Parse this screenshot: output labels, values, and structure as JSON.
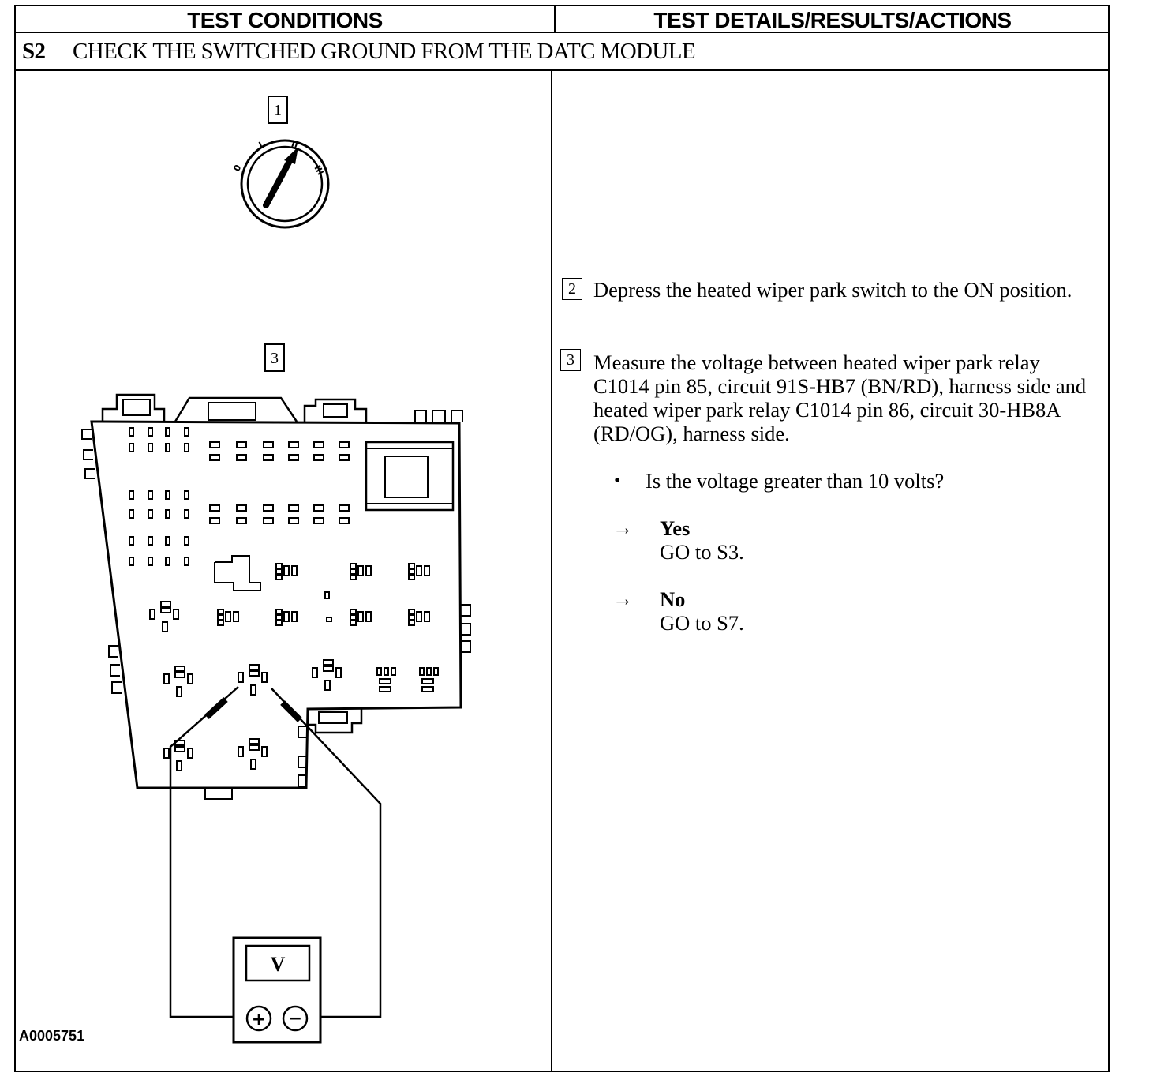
{
  "header": {
    "left": "TEST CONDITIONS",
    "right": "TEST DETAILS/RESULTS/ACTIONS"
  },
  "step": {
    "id": "S2",
    "title": "CHECK THE SWITCHED GROUND FROM THE DATC MODULE"
  },
  "diagram": {
    "callout_1": "1",
    "callout_3": "3",
    "ignition_positions": [
      "0",
      "I",
      "II",
      "III"
    ],
    "meter_label": "V",
    "meter_plus": "+",
    "meter_minus": "−",
    "figure_id": "A0005751"
  },
  "instructions": [
    {
      "number": "2",
      "text": "Depress the heated wiper park switch to the ON position."
    },
    {
      "number": "3",
      "text": "Measure the voltage between heated wiper park relay C1014 pin 85, circuit 91S-HB7 (BN/RD), harness side and heated wiper park relay C1014 pin 86, circuit 30-HB8A (RD/OG), harness side."
    }
  ],
  "question": "Is the voltage greater than 10 volts?",
  "results": [
    {
      "arrow": "→",
      "answer": "Yes",
      "action": "GO to S3."
    },
    {
      "arrow": "→",
      "answer": "No",
      "action": "GO to S7."
    }
  ]
}
